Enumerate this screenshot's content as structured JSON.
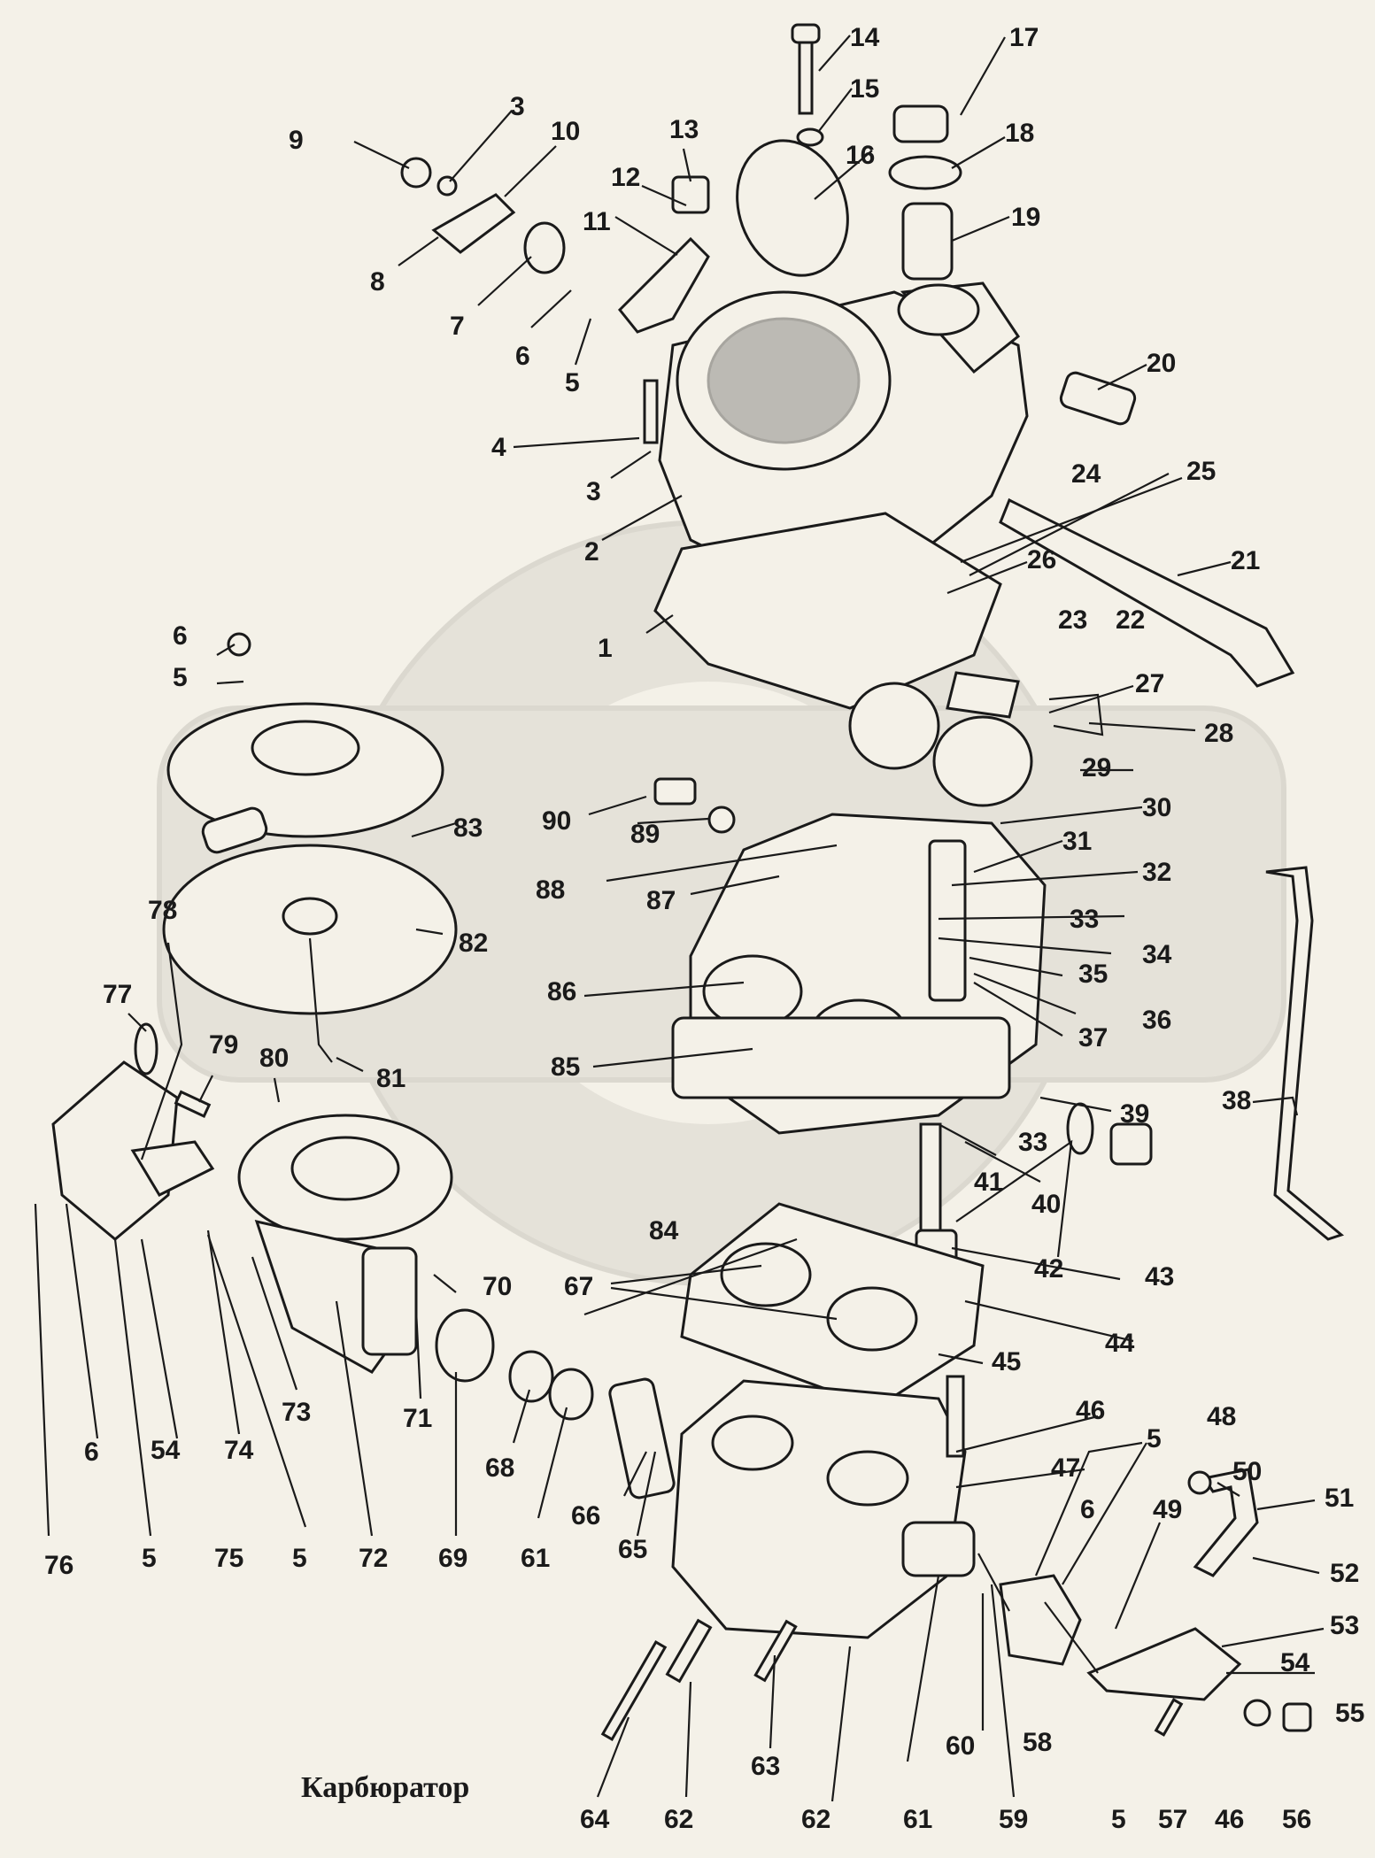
{
  "caption": "Карбюратор",
  "callouts": [
    "1",
    "2",
    "3",
    "4",
    "5",
    "6",
    "7",
    "8",
    "9",
    "10",
    "11",
    "12",
    "13",
    "14",
    "15",
    "16",
    "17",
    "18",
    "19",
    "20",
    "21",
    "22",
    "23",
    "24",
    "25",
    "26",
    "27",
    "28",
    "29",
    "30",
    "31",
    "32",
    "33",
    "34",
    "35",
    "36",
    "37",
    "38",
    "39",
    "40",
    "41",
    "42",
    "43",
    "44",
    "45",
    "46",
    "47",
    "48",
    "49",
    "50",
    "51",
    "52",
    "53",
    "54",
    "55",
    "56",
    "57",
    "58",
    "59",
    "60",
    "61",
    "62",
    "63",
    "64",
    "65",
    "66",
    "67",
    "68",
    "69",
    "70",
    "71",
    "72",
    "73",
    "74",
    "75",
    "76",
    "77",
    "78",
    "79",
    "80",
    "81",
    "82",
    "83",
    "84",
    "85",
    "86",
    "87",
    "88",
    "89",
    "90"
  ]
}
